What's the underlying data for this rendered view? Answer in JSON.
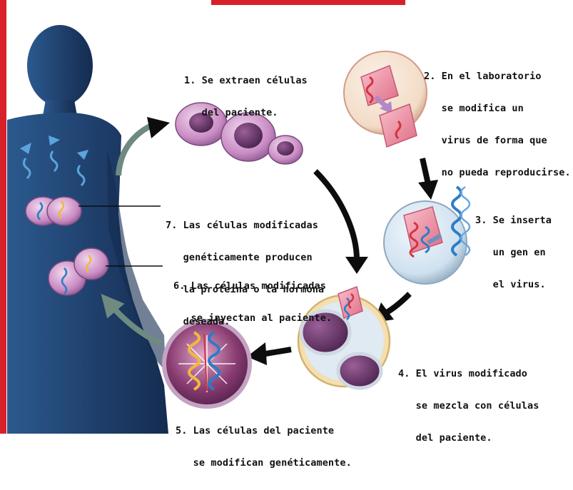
{
  "colors": {
    "frame_red": "#d8202a",
    "silhouette": "#1f3f6b",
    "silhouette_dark": "#122a4c",
    "cell_pink": "#c98bc3",
    "nucleus_purple": "#6e3a6d",
    "arrow_black": "#0d0d0d",
    "arrow_gray": "#6f8a80",
    "dna_blue": "#2d7cc7",
    "dna_red": "#d6333d",
    "virus_pink": "#ef8aa0",
    "bubble_blue": "#cfe1ef",
    "bubble_tan": "#f2dcc7"
  },
  "steps": [
    {
      "id": "step-1",
      "number": "1.",
      "lines": [
        "1. Se extraen células",
        "   del paciente."
      ]
    },
    {
      "id": "step-2",
      "number": "2.",
      "lines": [
        "2. En el laboratorio",
        "   se modifica un",
        "   virus de forma que",
        "   no pueda reproducirse."
      ]
    },
    {
      "id": "step-3",
      "number": "3.",
      "lines": [
        "3. Se inserta",
        "   un gen en",
        "   el virus."
      ]
    },
    {
      "id": "step-4",
      "number": "4.",
      "lines": [
        "4. El virus modificado",
        "   se mezcla con células",
        "   del paciente."
      ]
    },
    {
      "id": "step-5",
      "number": "5.",
      "lines": [
        "5. Las células del paciente",
        "   se modifican genéticamente."
      ]
    },
    {
      "id": "step-6",
      "number": "6.",
      "lines": [
        "6. Las células modificadas",
        "   se inyectan al paciente."
      ]
    },
    {
      "id": "step-7",
      "number": "7.",
      "lines": [
        "7. Las células modificadas",
        "   genéticamente producen",
        "   la proteína o la hormona",
        "   deseada."
      ]
    }
  ]
}
